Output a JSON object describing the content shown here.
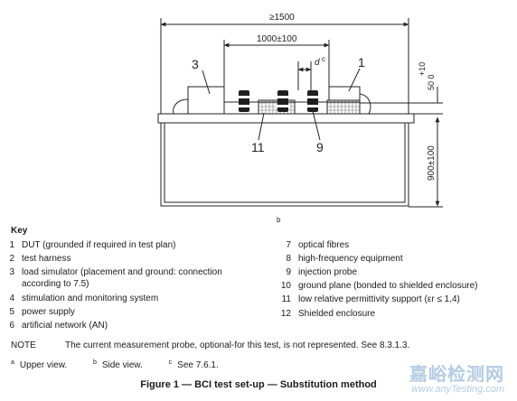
{
  "diagram": {
    "dim_total": "≥1500",
    "dim_inner": "1000±100",
    "dim_height": "900±100",
    "dim_clear_top": "+10",
    "dim_clear_bottom": "50  0",
    "dim_d": "d",
    "sup_c": "c",
    "sup_b": "b",
    "callouts": [
      "3",
      "1",
      "11",
      "9"
    ]
  },
  "key": {
    "title": "Key",
    "left": [
      {
        "num": "1",
        "text": "DUT (grounded if required in test plan)"
      },
      {
        "num": "2",
        "text": "test harness"
      },
      {
        "num": "3",
        "text": "load simulator (placement and ground: connection"
      },
      {
        "num": "",
        "text": "according to 7.5)"
      },
      {
        "num": "4",
        "text": "stimulation and monitoring system"
      },
      {
        "num": "5",
        "text": "power supply"
      },
      {
        "num": "6",
        "text": "artificial network (AN)"
      }
    ],
    "right": [
      {
        "num": "7",
        "text": "optical fibres"
      },
      {
        "num": "8",
        "text": "high-frequency equipment"
      },
      {
        "num": "9",
        "text": "injection probe"
      },
      {
        "num": "10",
        "text": "ground plane (bonded to shielded enclosure)"
      },
      {
        "num": "11",
        "text": "low relative permittivity support (εr ≤ 1,4)"
      },
      {
        "num": "12",
        "text": "Shielded enclosure"
      }
    ]
  },
  "note": {
    "label": "NOTE",
    "text": "The current measurement probe, optional-for this test, is not represented. See 8.3.1.3."
  },
  "footnotes": [
    {
      "mark": "a",
      "text": "Upper view."
    },
    {
      "mark": "b",
      "text": "Side view."
    },
    {
      "mark": "c",
      "text": "See 7.6.1."
    }
  ],
  "caption": "Figure 1 — BCI test set-up — Substitution method",
  "watermark": {
    "line1": "嘉峪检测网",
    "line2": "www.anyTesting.com"
  }
}
